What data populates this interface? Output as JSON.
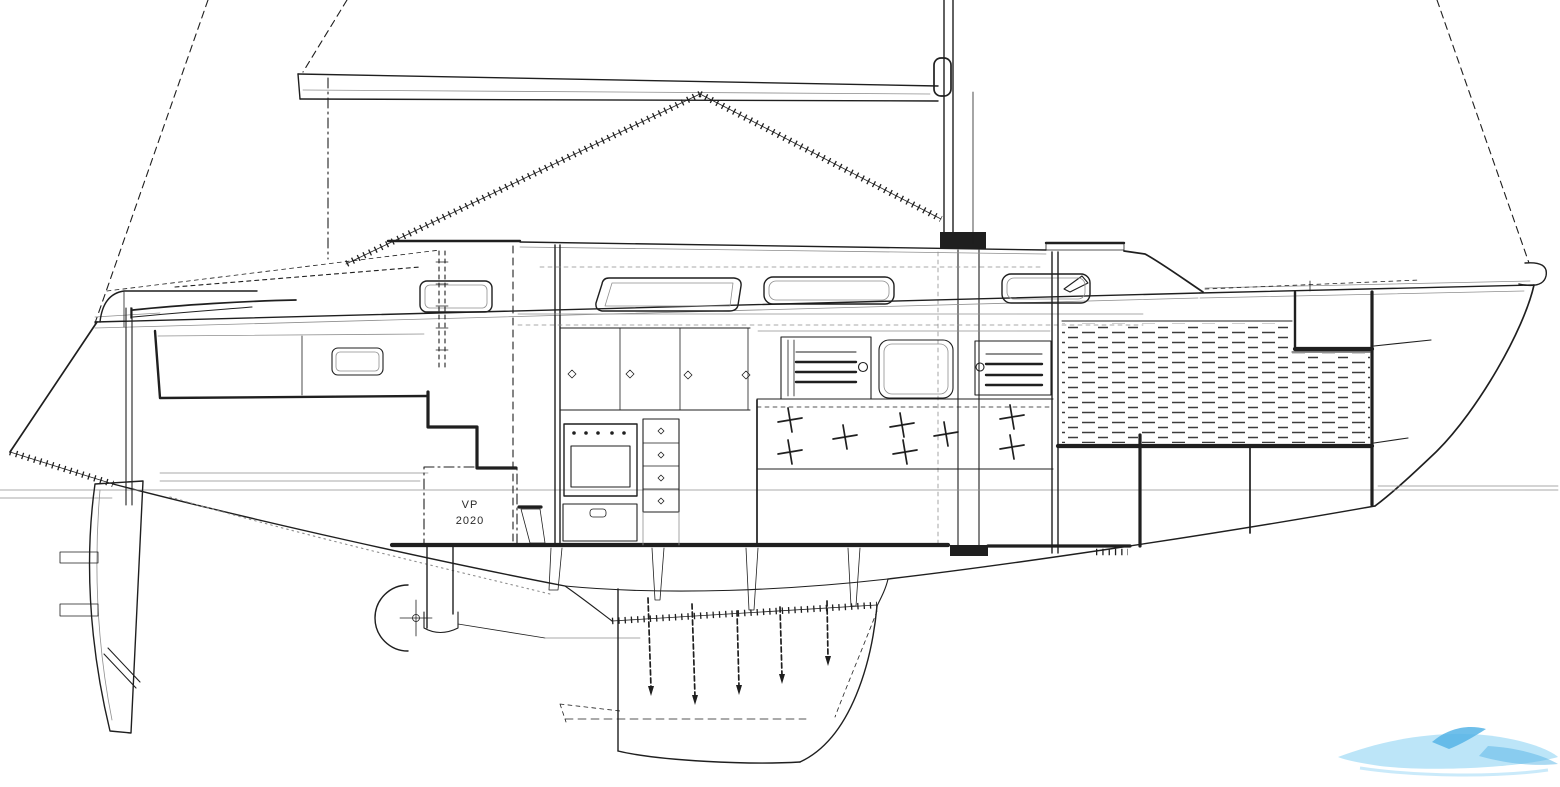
{
  "document": {
    "type": "technical-line-drawing",
    "subject": "sailboat profile and interior arrangement plan, bow facing right",
    "background": "white"
  },
  "labels": {
    "engine_line1": "VP",
    "engine_line2": "2020"
  },
  "colors": {
    "ink": "#1f1f1f",
    "faint": "#8f8f8f",
    "paper": "#ffffff",
    "wm_light": "#a6dcf6",
    "wm_mid": "#56b4e6"
  },
  "parts": [
    "mast",
    "boom",
    "gooseneck",
    "boom-vang",
    "mainsheet",
    "backstay",
    "forestay",
    "mainsail-leech",
    "hull-sheerline",
    "reverse-transom",
    "bow-stem",
    "waterline",
    "lifelines",
    "pushpit-rail",
    "tiller",
    "rudder-blade",
    "rudder-stock",
    "cockpit-well",
    "companionway-steps",
    "companionway-ladder",
    "engine-box-vp2020",
    "saildrive-leg",
    "propeller",
    "fin-keel",
    "keel-bolts",
    "shoal-keel-variant",
    "floor-frames",
    "cabin-sole",
    "galley-lockers",
    "stove-oven",
    "drawer-stack",
    "settee-berth",
    "cushion-stitch-marks",
    "louvered-locker-aft",
    "cabin-locker",
    "louvered-locker-fwd",
    "mast-compression-post",
    "main-bulkhead",
    "fore-bulkhead",
    "v-berth-mattress",
    "anchor-locker-shelf",
    "coachroof",
    "sliding-hatch",
    "cabin-window-1",
    "cabin-window-2",
    "cabin-window-3",
    "cabin-window-4",
    "cockpit-locker-hatch",
    "watermark-wave-logo"
  ]
}
